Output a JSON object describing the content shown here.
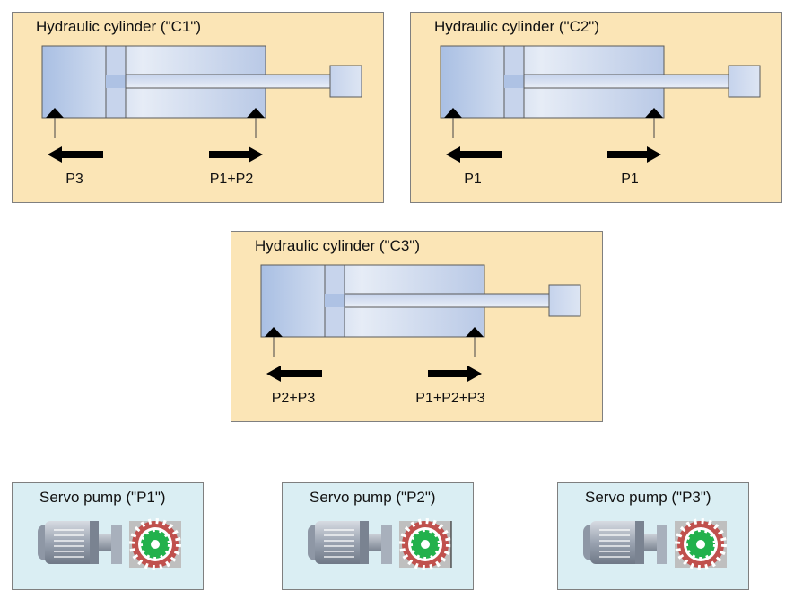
{
  "cylinders": [
    {
      "title": "Hydraulic cylinder (\"C1\")",
      "left_label": "P3",
      "right_label": "P1+P2"
    },
    {
      "title": "Hydraulic cylinder (\"C2\")",
      "left_label": "P1",
      "right_label": "P1"
    },
    {
      "title": "Hydraulic cylinder (\"C3\")",
      "left_label": "P2+P3",
      "right_label": "P1+P2+P3"
    }
  ],
  "pumps": [
    {
      "title": "Servo pump (\"P1\")"
    },
    {
      "title": "Servo pump (\"P2\")"
    },
    {
      "title": "Servo pump (\"P3\")"
    }
  ],
  "colors": {
    "cylinder_box": "#fbe5b6",
    "pump_box": "#daeef3",
    "gear_outer": "#c0504d",
    "gear_inner": "#22b14c"
  }
}
